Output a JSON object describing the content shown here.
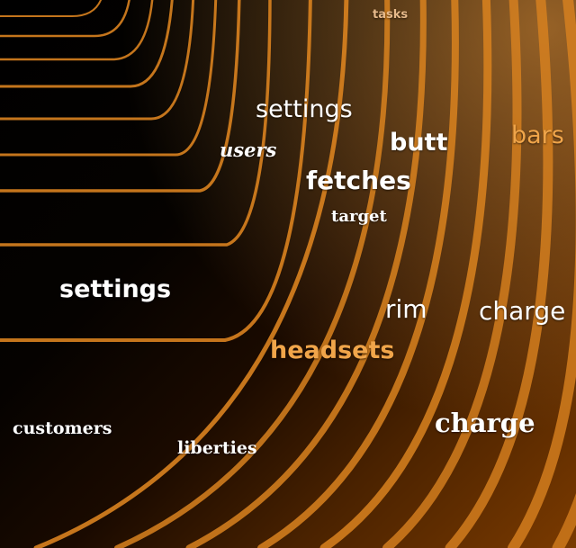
{
  "words": {
    "w1": "tasks",
    "w2": "settings",
    "w3": "users",
    "w4": "butt",
    "w5": "bars",
    "w6": "fetches",
    "w7": "target",
    "w8": "settings",
    "w9": "rim",
    "w10": "charge",
    "w11": "headsets",
    "w12": "customers",
    "w13": "liberties",
    "w14": "charge"
  },
  "colors": {
    "white": "#ffffff",
    "amber": "#f0a54a",
    "pale_amber": "#e6b98a",
    "stripe": "#d9821f",
    "background": "#000000"
  }
}
